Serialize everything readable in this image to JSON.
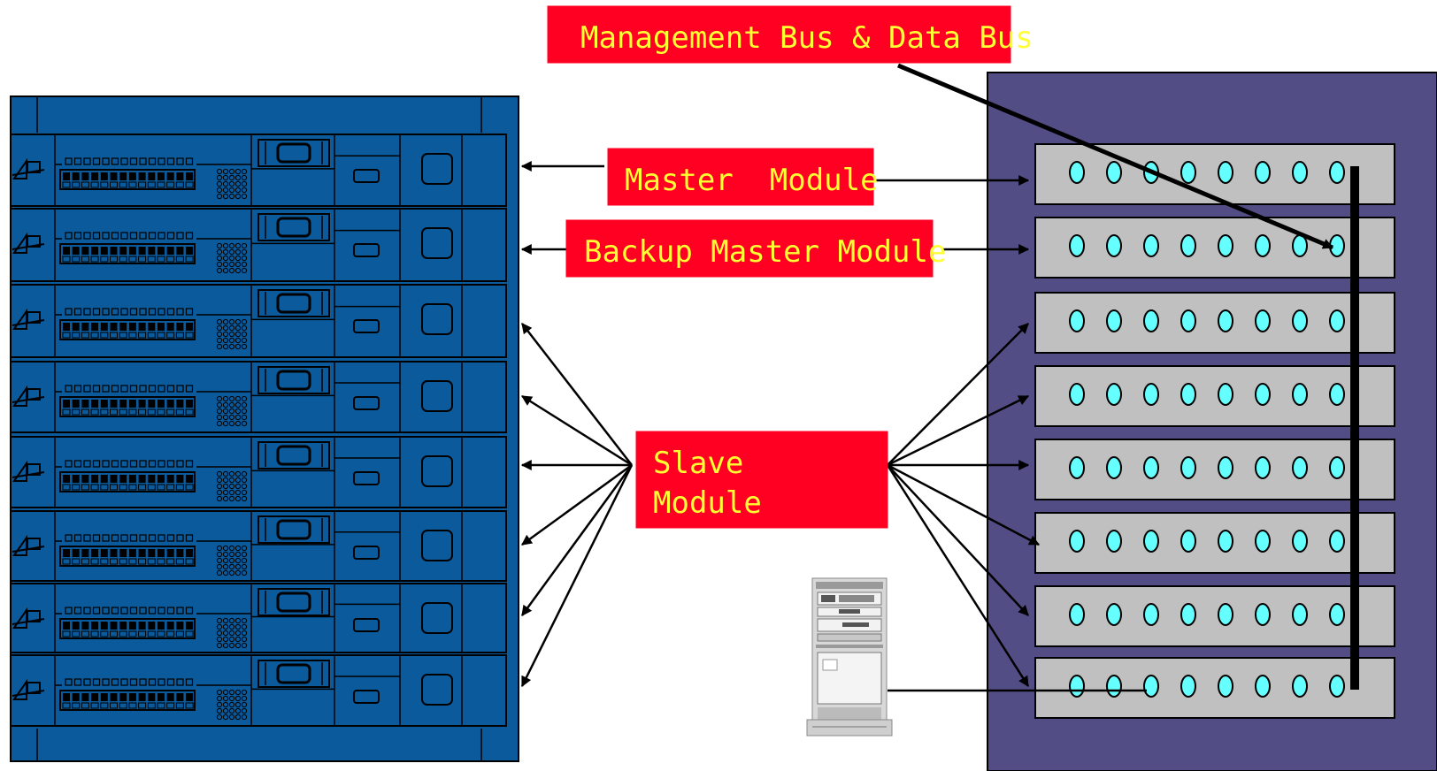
{
  "labels": {
    "bus": "Management Bus & Data Bus",
    "master": "Master  Module",
    "backup": "Backup Master Module",
    "slave_line1": "Slave",
    "slave_line2": "Module"
  },
  "left_rack": {
    "module_count": 8
  },
  "right_rack": {
    "slot_count": 8,
    "leds_per_slot": 8
  },
  "colors": {
    "label_bg": "#ff0022",
    "label_text": "#ffff33",
    "left_rack": "#0a5a9c",
    "right_rack": "#534d86",
    "slot": "#c0c0c0",
    "led": "#66ffff",
    "bus": "#000000"
  },
  "icons": {
    "server": "server-tower-icon",
    "logo": "module-logo-icon"
  }
}
